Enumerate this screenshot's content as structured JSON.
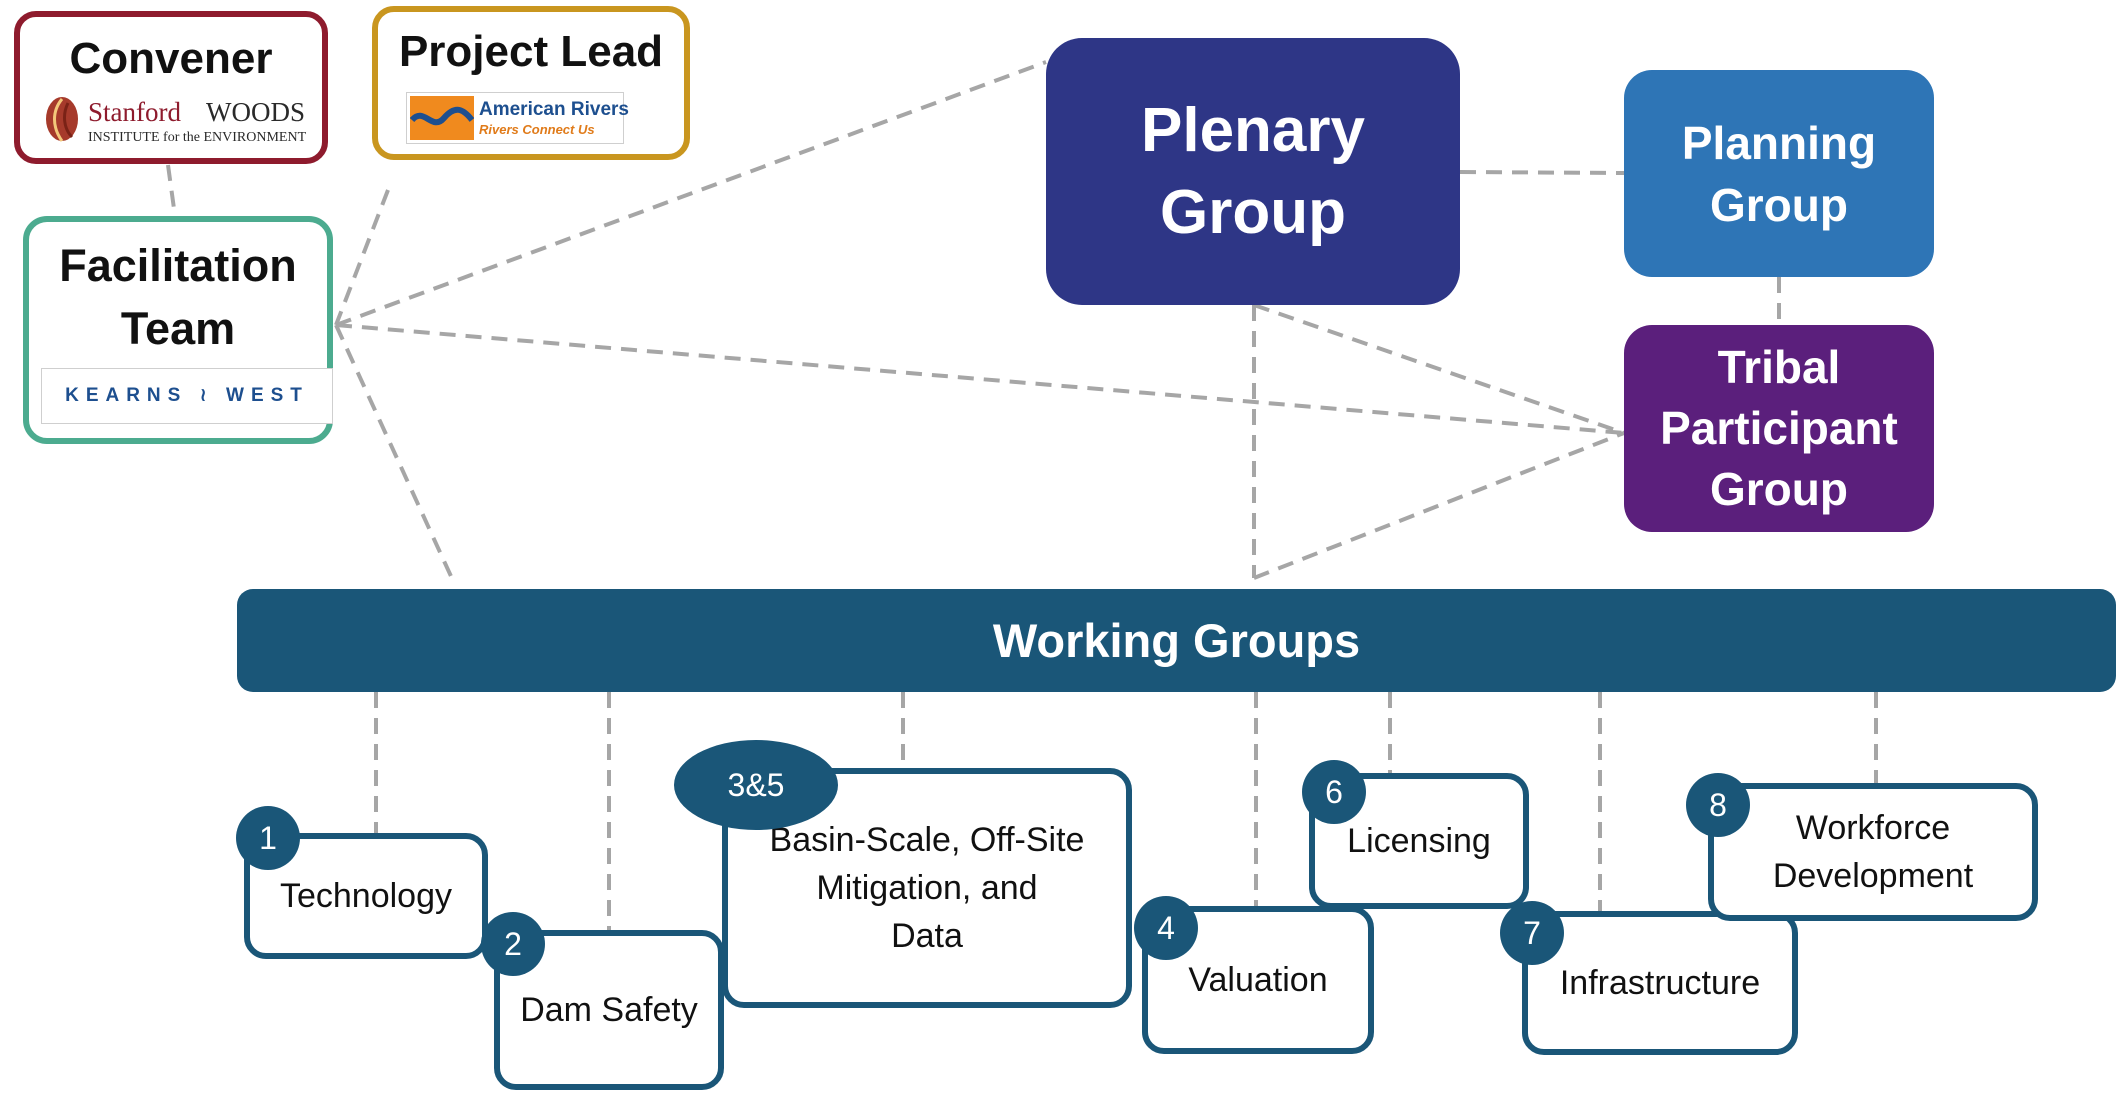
{
  "organizers": {
    "convener": {
      "title": "Convener",
      "logo_main": "Stanford",
      "logo_woods": "WOODS",
      "logo_sub": "INSTITUTE for the ENVIRONMENT"
    },
    "project_lead": {
      "title": "Project Lead",
      "logo_name": "American Rivers",
      "logo_tagline": "Rivers Connect Us"
    },
    "facilitation": {
      "title_line1": "Facilitation",
      "title_line2": "Team",
      "logo_text": "KEARNS ≀ WEST"
    }
  },
  "governance": {
    "plenary": {
      "line1": "Plenary",
      "line2": "Group"
    },
    "planning": {
      "line1": "Planning",
      "line2": "Group"
    },
    "tribal": {
      "line1": "Tribal",
      "line2": "Participant",
      "line3": "Group"
    }
  },
  "working_groups_bar": {
    "label": "Working Groups"
  },
  "working_groups": [
    {
      "number": "1",
      "lines": [
        "Technology"
      ]
    },
    {
      "number": "2",
      "lines": [
        "Dam Safety"
      ]
    },
    {
      "number": "3&5",
      "lines": [
        "Basin-Scale, Off-Site",
        "Mitigation, and",
        "Data"
      ]
    },
    {
      "number": "4",
      "lines": [
        "Valuation"
      ]
    },
    {
      "number": "6",
      "lines": [
        "Licensing"
      ]
    },
    {
      "number": "7",
      "lines": [
        "Infrastructure"
      ]
    },
    {
      "number": "8",
      "lines": [
        "Workforce",
        "Development"
      ]
    }
  ],
  "colors": {
    "convener_border": "#8e1b2d",
    "lead_border": "#c9961f",
    "facilitation_border": "#4cab8f",
    "plenary": "#2e3686",
    "planning": "#2e75b6",
    "tribal": "#5b1f7c",
    "working_groups": "#1a5678",
    "connector": "#a6a6a6"
  }
}
